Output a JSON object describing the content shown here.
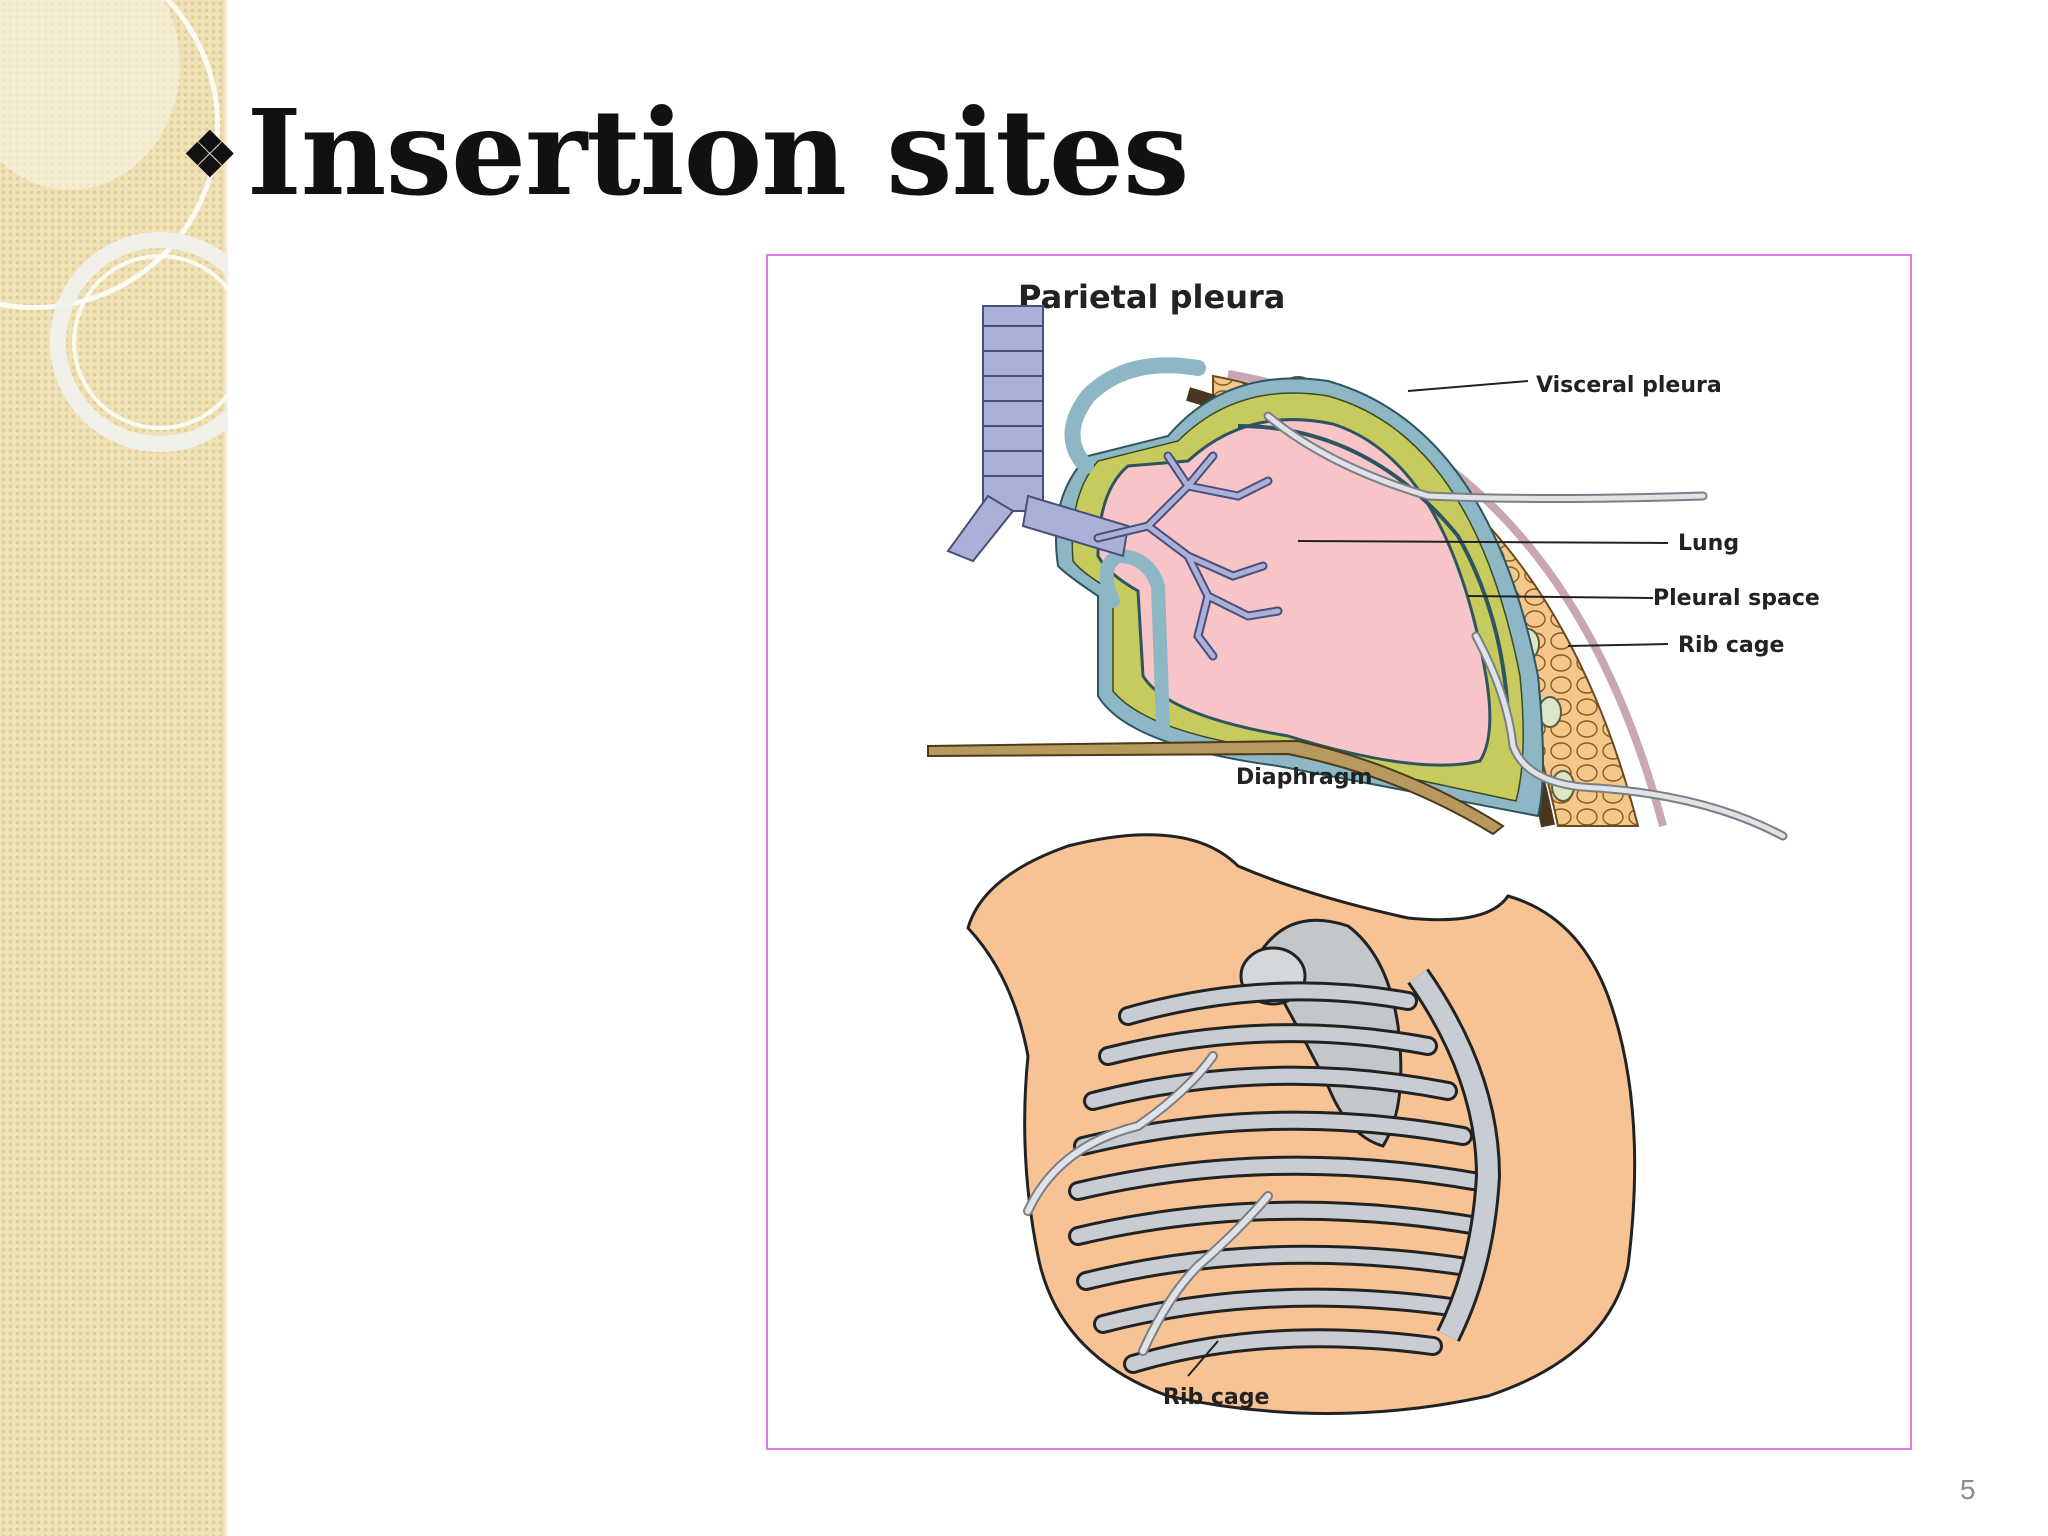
{
  "slide": {
    "title": "Insertion sites",
    "title_bullet": "❖",
    "page_number": "5"
  },
  "figure": {
    "top_label": "Parietal pleura",
    "labels": {
      "visceral_pleura": "Visceral pleura",
      "lung": "Lung",
      "pleural_space": "Pleural space",
      "rib_cage": "Rib cage",
      "diaphragm": "Diaphragm",
      "rib_cage_bottom": "Rib cage"
    },
    "frame_color": "#e27be0"
  },
  "colors": {
    "side_band": "#efe2b8",
    "lung": "#f7c4c7",
    "pleural_space": "#c7cb5e",
    "pleura": "#8db7c4",
    "bronchi": "#aab0d8",
    "rib_fat": "#f3c88a",
    "skin": "#f7c394",
    "ribs": "#c7cdd3"
  }
}
